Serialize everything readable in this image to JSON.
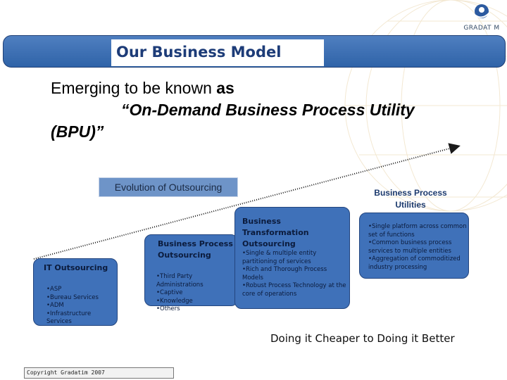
{
  "logo": {
    "text": "GRADAT M"
  },
  "banner": {
    "title": "Our Business Model"
  },
  "headline": {
    "line1_prefix": "Emerging to be known ",
    "line1_bold": "as",
    "line2": "“On-Demand  Business  Process  Utility",
    "line3": "(BPU)”"
  },
  "evolution_label": "Evolution of Outsourcing",
  "stages": [
    {
      "title": "IT Outsourcing",
      "items": [
        "•ASP",
        "•Bureau Services",
        "•ADM",
        "•Infrastructure Services"
      ]
    },
    {
      "title": "Business Process Outsourcing",
      "items": [
        "•Third Party Administrations",
        "•Captive",
        "•Knowledge",
        "•Others"
      ]
    },
    {
      "title": "Business Transformation Outsourcing",
      "items": [
        "•Single & multiple entity partitioning of services",
        "•Rich and Thorough  Process Models",
        "•Robust  Process Technology at the core of operations"
      ]
    },
    {
      "title": "Business Process Utilities",
      "items": [
        "•Single platform across common set of functions",
        "•Common business process services to multiple entities",
        "•Aggregation of commoditized industry processing"
      ]
    }
  ],
  "tagline": "Doing it Cheaper to Doing it Better",
  "footer": "Copyright Gradatim 2007",
  "colors": {
    "box_fill": "#3f71b9",
    "banner": "#2f63a8",
    "title_text": "#1d3c78"
  }
}
